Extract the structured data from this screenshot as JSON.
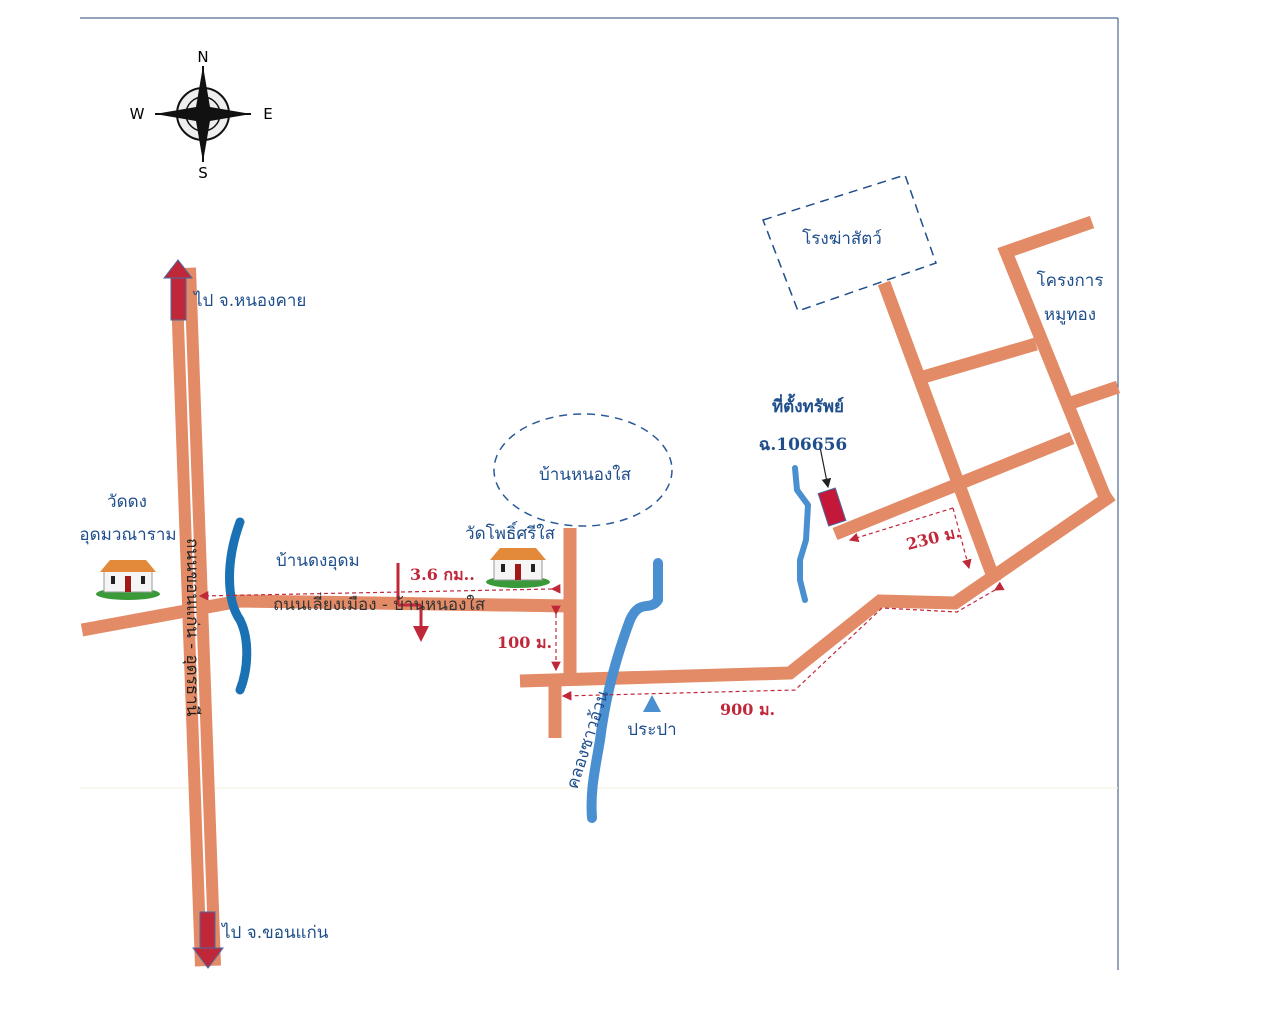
{
  "compass": {
    "n": "N",
    "s": "S",
    "e": "E",
    "w": "W"
  },
  "labels": {
    "to_nongkhai": "ไป จ.หนองคาย",
    "to_khonkaen": "ไป จ.ขอนแก่น",
    "highway": "ถนนขอนแก่น - อุดรธานี",
    "wat_dong_1": "วัดดง",
    "wat_dong_2": "อุดมวณาราม",
    "ban_dong_udom": "บ้านดงอุดม",
    "bypass_road": "ถนนเลี่ยงเมือง - บ้านหนองใส",
    "ban_nong_sai": "บ้านหนองใส",
    "wat_pho": "วัดโพธิ์ศรีใส",
    "canal": "คลองซาวอ้วน",
    "waterworks": "ประปา",
    "slaughterhouse": "โรงฆ่าสัตว์",
    "project_1": "โครงการ",
    "project_2": "หมูทอง",
    "property_1": "ที่ตั้งทรัพย์",
    "property_2": "ฉ.106656"
  },
  "distances": {
    "d1": "3.6 กม..",
    "d2": "100 ม.",
    "d3": "900 ม.",
    "d4": "230 ม."
  },
  "colors": {
    "road": "#e38a66",
    "water": "#2079b8",
    "text": "#1f4e8c",
    "accent": "#c0283a"
  }
}
